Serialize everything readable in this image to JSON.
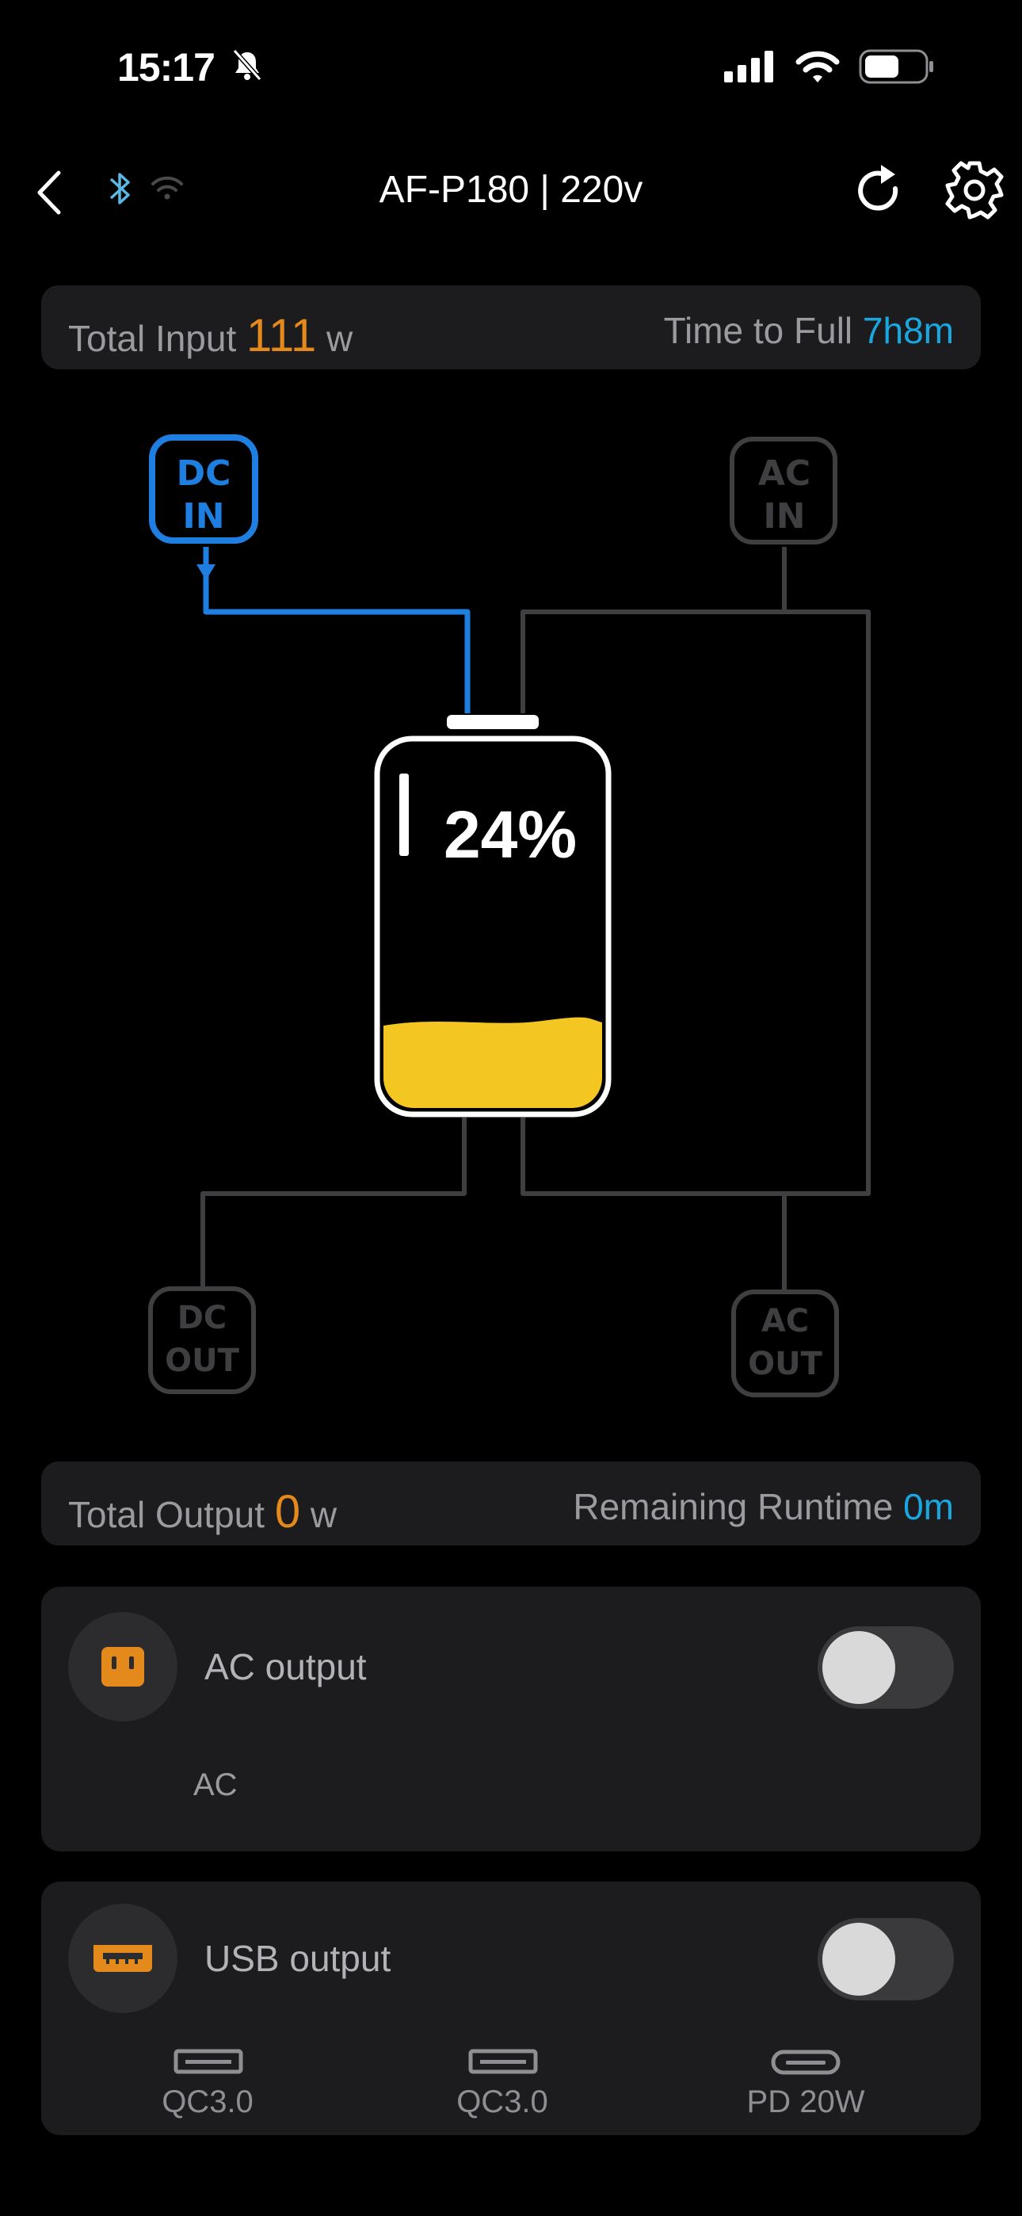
{
  "status_bar": {
    "time": "15:17"
  },
  "nav": {
    "title": "AF-P180 | 220v"
  },
  "input_bar": {
    "label": "Total Input",
    "value": "111",
    "unit": "w",
    "time_label": "Time to Full",
    "time_value": "7h8m"
  },
  "diagram": {
    "dc_in": [
      "DC",
      "IN"
    ],
    "ac_in": [
      "AC",
      "IN"
    ],
    "dc_out": [
      "DC",
      "OUT"
    ],
    "ac_out": [
      "AC",
      "OUT"
    ],
    "battery_percent_text": "24%",
    "battery_level": 0.24
  },
  "output_bar": {
    "label": "Total Output",
    "value": "0",
    "unit": "w",
    "runtime_label": "Remaining Runtime",
    "runtime_value": "0m"
  },
  "ac_card": {
    "title": "AC output",
    "port": "AC",
    "enabled": false
  },
  "usb_card": {
    "title": "USB output",
    "ports": [
      "QC3.0",
      "QC3.0",
      "PD 20W"
    ],
    "enabled": false
  },
  "colors": {
    "accent_orange": "#e48a1d",
    "accent_blue": "#1aa7e0",
    "active_line": "#1e7fe0",
    "battery_fill": "#f3c622",
    "inactive_line": "#3f3f41"
  }
}
